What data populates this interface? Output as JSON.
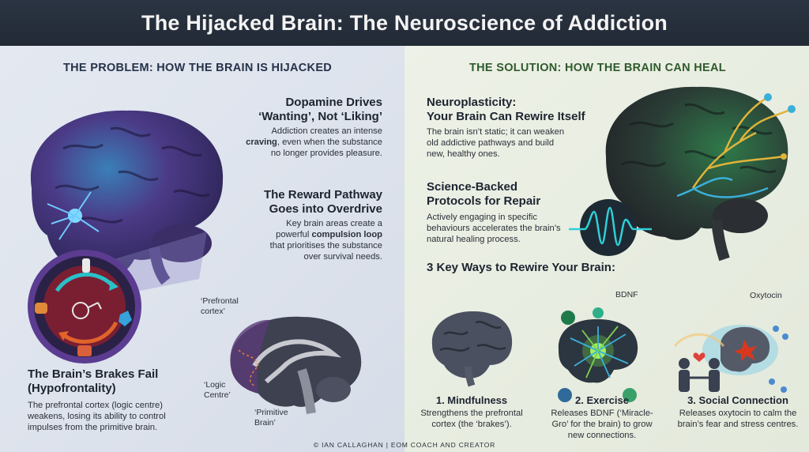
{
  "header": {
    "title": "The Hijacked Brain: The Neuroscience of Addiction"
  },
  "problem": {
    "title": "THE PROBLEM: HOW THE BRAIN IS HIJACKED",
    "dopamine": {
      "heading_1": "Dopamine Drives",
      "heading_2": "‘Wanting’, Not ‘Liking’",
      "body_1": "Addiction creates an intense",
      "body_2_bold": "craving",
      "body_2_rest": ", even when the substance",
      "body_3": "no longer provides pleasure."
    },
    "reward": {
      "heading_1": "The Reward Pathway",
      "heading_2": "Goes into Overdrive",
      "body_1": "Key brain areas create a",
      "body_2_pre": "powerful ",
      "body_2_bold": "compulsion loop",
      "body_3": "that prioritises the substance",
      "body_4": "over survival needs."
    },
    "brakes": {
      "heading_1": "The Brain’s Brakes Fail",
      "heading_2": "(Hypofrontality)",
      "body_1": "The prefrontal cortex (logic centre)",
      "body_2": "weakens, losing its ability to control",
      "body_3": "impulses from the primitive brain."
    },
    "labels": {
      "prefrontal_1": "‘Prefrontal",
      "prefrontal_2": "cortex’",
      "logic_1": "‘Logic",
      "logic_2": "Centre’",
      "primitive_1": "‘Primitive",
      "primitive_2": "Brain’"
    }
  },
  "solution": {
    "title": "THE SOLUTION: HOW THE BRAIN CAN HEAL",
    "neuro": {
      "heading_1": "Neuroplasticity:",
      "heading_2": "Your Brain Can Rewire Itself",
      "body_1": "The brain isn’t static; it can weaken",
      "body_2": "old addictive pathways and build",
      "body_3": "new, healthy ones."
    },
    "science": {
      "heading_1": "Science-Backed",
      "heading_2": "Protocols for Repair",
      "body_1": "Actively engaging in specific",
      "body_2": "behaviours accelerates the brain’s",
      "body_3": "natural healing process."
    },
    "ways_title": "3 Key Ways to Rewire Your Brain:",
    "bdnf_label": "BDNF",
    "oxytocin_label": "Oxytocin",
    "ways": [
      {
        "title": "1. Mindfulness",
        "body_1": "Strengthens the prefrontal",
        "body_2": "cortex (the ‘brakes’)."
      },
      {
        "title": "2. Exercise",
        "body_1": "Releases BDNF (‘Miracle-",
        "body_2": "Gro’ for the brain) to grow",
        "body_3": "new connections."
      },
      {
        "title": "3. Social Connection",
        "body_1": "Releases oxytocin to calm the",
        "body_2": "brain’s fear and stress centres."
      }
    ]
  },
  "footer": {
    "text": "©  IAN CALLAGHAN  |  EOM COACH AND CREATOR"
  },
  "colors": {
    "problem_accent": "#6a3fa0",
    "solution_accent": "#3f8a3a",
    "header_bg": "#2b3442"
  }
}
